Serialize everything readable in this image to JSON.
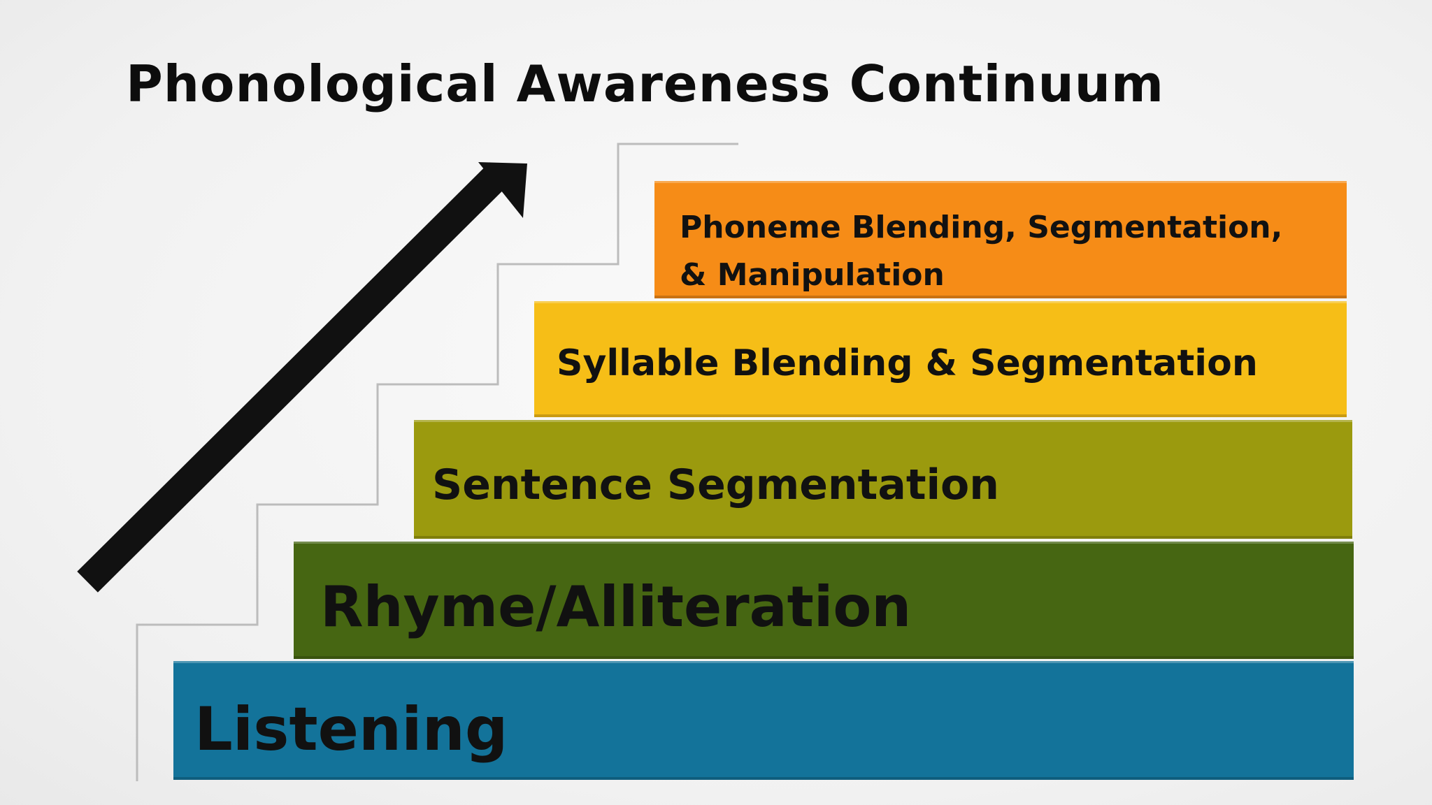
{
  "title": "Phonological Awareness Continuum",
  "steps": [
    {
      "label": "Listening",
      "color": "#13739a"
    },
    {
      "label": "Rhyme/Alliteration",
      "color": "#466612"
    },
    {
      "label": "Sentence Segmentation",
      "color": "#9b9a0e"
    },
    {
      "label": "Syllable Blending & Segmentation",
      "color": "#f6be17"
    },
    {
      "label": "Phoneme Blending, Segmentation, & Manipulation",
      "color": "#f68c17"
    }
  ],
  "arrow": {
    "icon": "up-right-arrow-icon",
    "color": "#111111"
  }
}
